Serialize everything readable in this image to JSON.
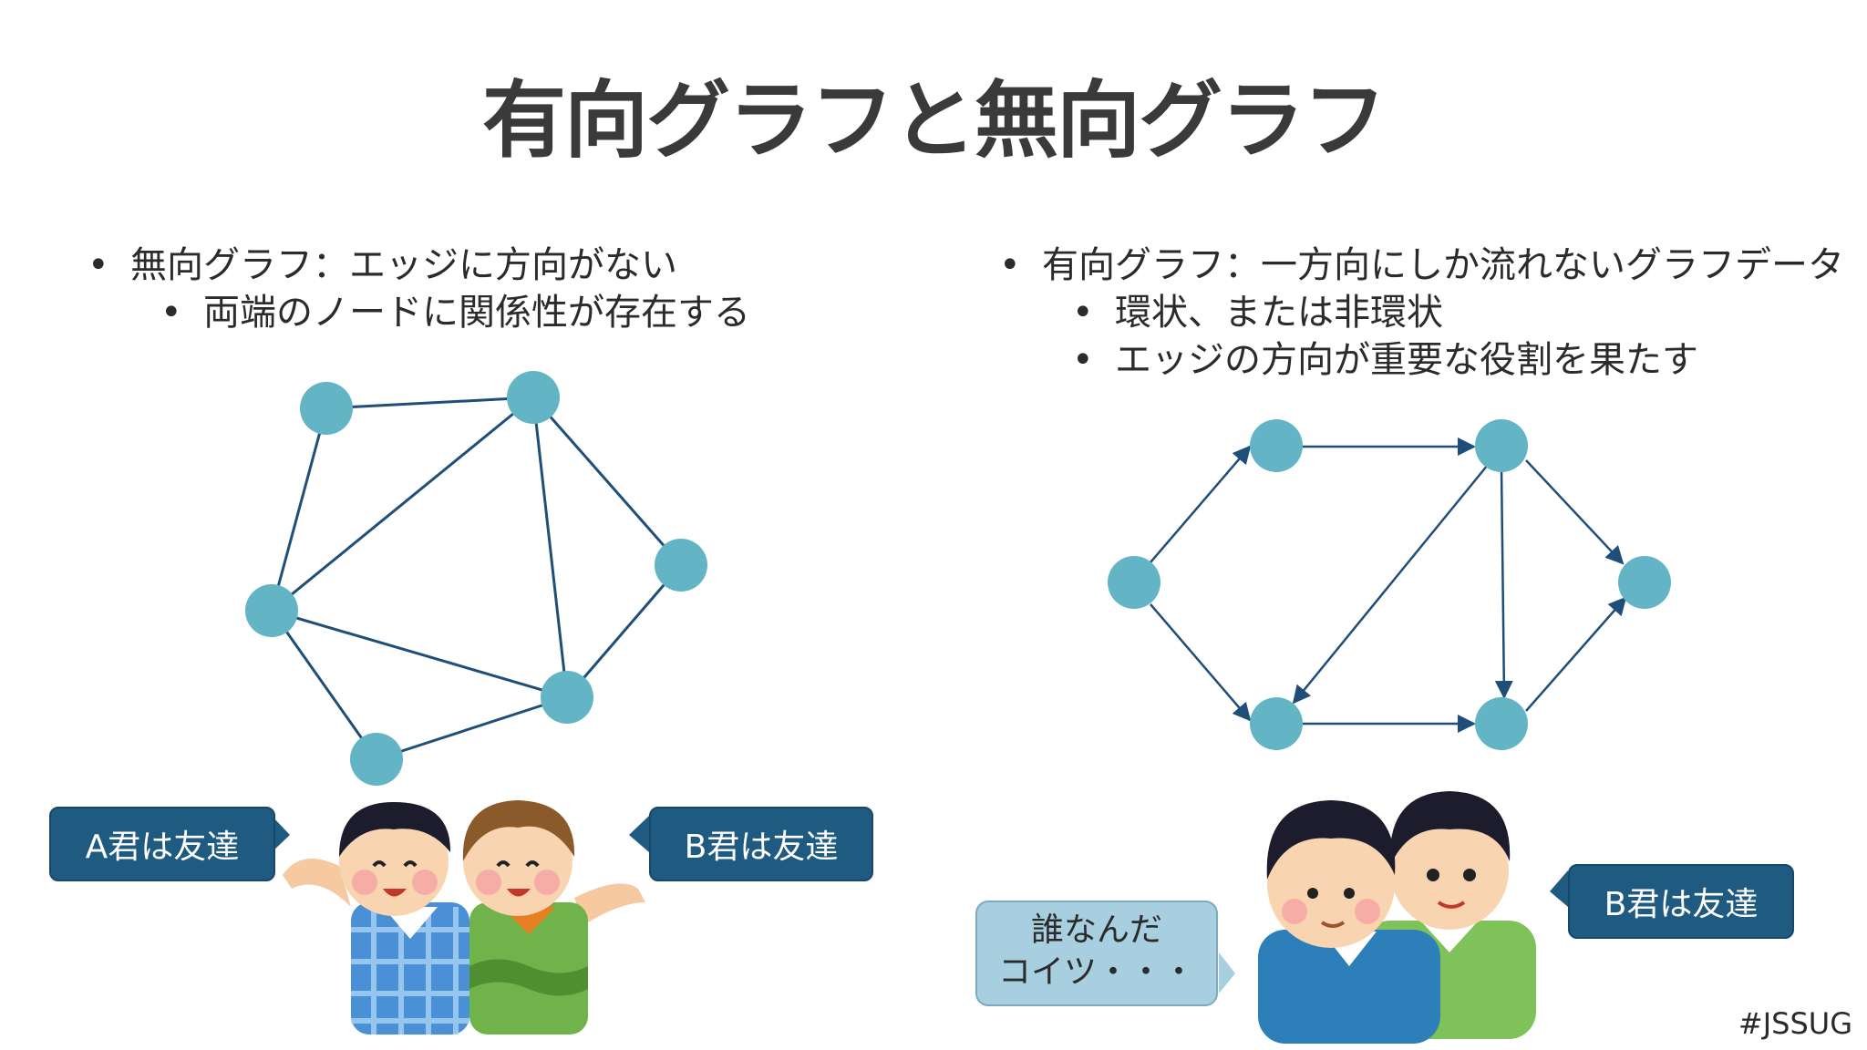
{
  "title": "有向グラフと無向グラフ",
  "left": {
    "bullet1": "無向グラフ：エッジに方向がない",
    "bullet1_sub": "両端のノードに関係性が存在する",
    "bubble_a": "A君は友達",
    "bubble_b": "B君は友達"
  },
  "right": {
    "bullet1": "有向グラフ：一方向にしか流れないグラフデータ",
    "bullet1_sub1": "環状、または非環状",
    "bullet1_sub2": "エッジの方向が重要な役割を果たす",
    "bubble_who_line1": "誰なんだ",
    "bubble_who_line2": "コイツ・・・",
    "bubble_b": "B君は友達"
  },
  "bullet_glyph": "•",
  "hashtag": "#JSSUG",
  "colors": {
    "node": "#63b5c6",
    "edge": "#1f4e79",
    "bubble_dark": "#1f5a80",
    "bubble_light": "#a7cfe0"
  }
}
